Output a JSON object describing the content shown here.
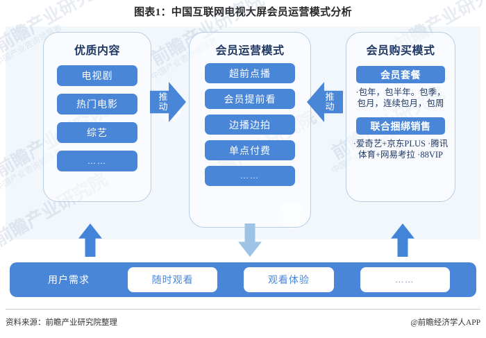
{
  "title": "图表1：中国互联网电视大屏会员运营模式分析",
  "colors": {
    "accent_blue": "#4a86d8",
    "light_arrow_blue": "#9dc3e6",
    "panel_bg": "#f2f7fc",
    "card_border": "#b8cce4",
    "title_navy": "#1f3864"
  },
  "columns": [
    {
      "title": "优质内容",
      "items": [
        "电视剧",
        "热门电影",
        "综艺",
        "……"
      ]
    },
    {
      "title": "会员运营模式",
      "items": [
        "超前点播",
        "会员提前看",
        "边播边拍",
        "单点付费",
        "……"
      ]
    },
    {
      "title": "会员购买模式",
      "groups": [
        {
          "header": "会员套餐",
          "body": "·包年，包半年。包季，包月，连续包月，包周"
        },
        {
          "header": "联合捆绑销售",
          "body": "·爱奇艺+京东PLUS ·腾讯体育+网易考拉 ·88VIP"
        }
      ]
    }
  ],
  "arrows": {
    "push_right_label": "推动",
    "push_left_label": "推动",
    "up_left": "arrow-up-icon",
    "down_mid": "arrow-down-icon",
    "up_right": "arrow-up-icon"
  },
  "bottom": {
    "label": "用户需求",
    "needs": [
      "随时观看",
      "观看体验",
      "……"
    ]
  },
  "footer": {
    "source": "资料来源：前瞻产业研究院整理",
    "brand": "@前瞻经济学人APP"
  },
  "watermarks": {
    "big": "前瞻产业研究院",
    "small": "中国产业咨询领导者"
  }
}
